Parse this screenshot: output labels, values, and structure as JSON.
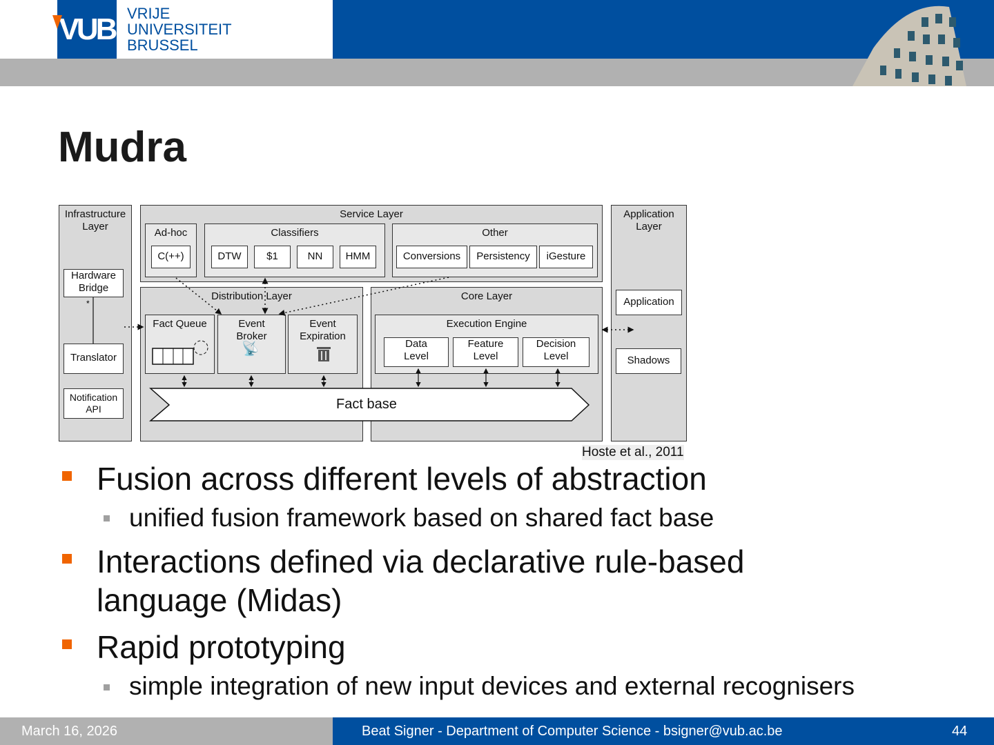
{
  "header": {
    "logo_mark": "VUB",
    "logo_lines": [
      "VRIJE",
      "UNIVERSITEIT",
      "BRUSSEL"
    ]
  },
  "slide": {
    "title": "Mudra"
  },
  "diagram": {
    "infrastructure": {
      "title1": "Infrastructure",
      "title2": "Layer",
      "hardware1": "Hardware",
      "hardware2": "Bridge",
      "star": "*",
      "translator": "Translator",
      "notif1": "Notification",
      "notif2": "API"
    },
    "service": {
      "title": "Service Layer",
      "adhoc": "Ad-hoc",
      "cpp": "C(++)",
      "classifiers": "Classifiers",
      "dtw": "DTW",
      "dollar1": "$1",
      "nn": "NN",
      "hmm": "HMM",
      "other": "Other",
      "conversions": "Conversions",
      "persistency": "Persistency",
      "igesture": "iGesture"
    },
    "distribution": {
      "title": "Distribution Layer",
      "fact_queue": "Fact Queue",
      "broker1": "Event",
      "broker2": "Broker",
      "exp1": "Event",
      "exp2": "Expiration"
    },
    "core": {
      "title": "Core Layer",
      "engine": "Execution Engine",
      "data1": "Data",
      "data2": "Level",
      "feature1": "Feature",
      "feature2": "Level",
      "decision1": "Decision",
      "decision2": "Level"
    },
    "fact_base": "Fact base",
    "application": {
      "title1": "Application",
      "title2": "Layer",
      "application": "Application",
      "shadows": "Shadows"
    },
    "citation": "Hoste et al., 2011"
  },
  "bullets": [
    {
      "text": "Fusion across different levels of abstraction",
      "sub": "unified fusion framework based on shared fact base"
    },
    {
      "text1": "Interactions defined via declarative rule-based",
      "text2": "language (Midas)"
    },
    {
      "text": "Rapid prototyping",
      "sub": "simple integration of new input devices and external recognisers"
    }
  ],
  "footer": {
    "date": "March 16, 2026",
    "center": "Beat Signer - Department of Computer Science - bsigner@vub.ac.be",
    "page": "44"
  },
  "colors": {
    "blue": "#004f9f",
    "orange": "#f06400",
    "gray": "#b1b1b1"
  }
}
